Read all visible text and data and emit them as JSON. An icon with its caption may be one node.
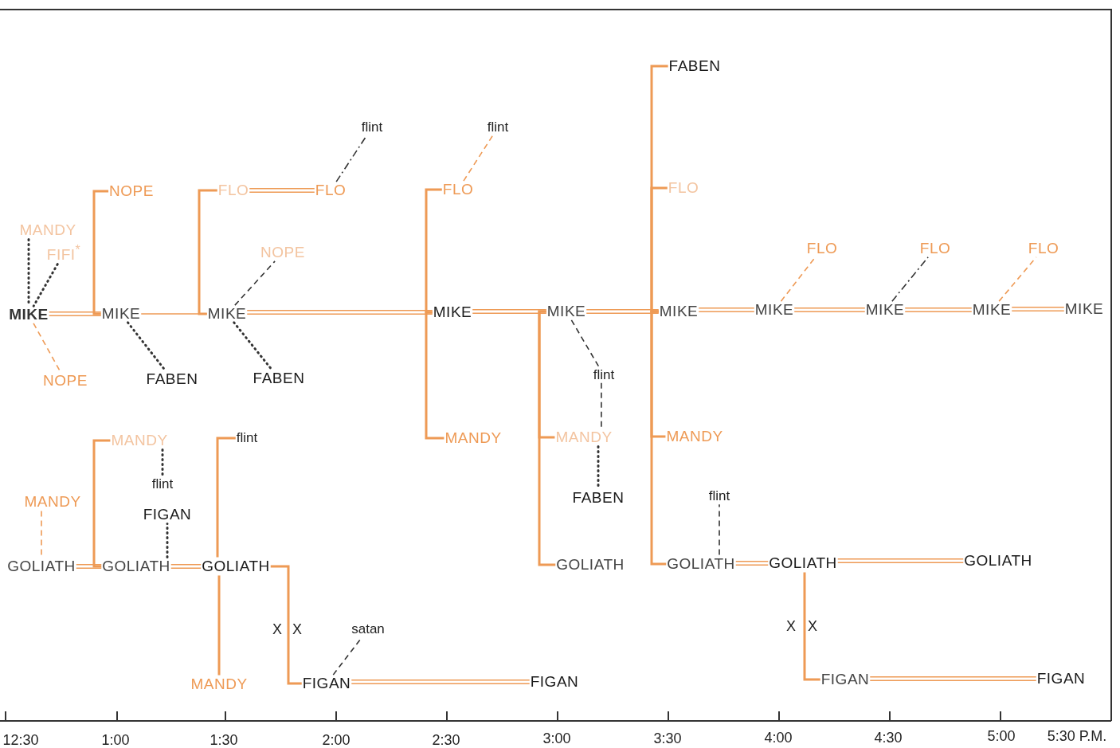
{
  "diagram": {
    "nodes": [
      {
        "text": [
          "MIKE"
        ]
      },
      {
        "text": [
          "MANDY"
        ]
      },
      {
        "text": [
          "FIFI$^{*}$"
        ]
      },
      {
        "text": [
          "NOPE"
        ]
      },
      {
        "text": [
          "MIKE"
        ]
      },
      {
        "text": [
          "NOPE"
        ]
      },
      {
        "text": [
          "FABEN"
        ]
      },
      {
        "text": [
          "MIKE"
        ]
      },
      {
        "text": [
          "FLO"
        ]
      },
      {
        "text": [
          "FLO"
        ]
      },
      {
        "text": [
          "flint"
        ]
      },
      {
        "text": [
          "NOPE"
        ]
      },
      {
        "text": [
          "FABEN"
        ]
      },
      {
        "text": [
          "MIKE"
        ]
      },
      {
        "text": [
          "FLO"
        ]
      },
      {
        "text": [
          "flint"
        ]
      },
      {
        "text": [
          "MANDY"
        ]
      },
      {
        "text": [
          "MIKE"
        ]
      },
      {
        "text": [
          "flint"
        ]
      },
      {
        "text": [
          "MANDY"
        ]
      },
      {
        "text": [
          "FABEN"
        ]
      },
      {
        "text": [
          "GOLIATH"
        ]
      },
      {
        "text": [
          "FABEN"
        ]
      },
      {
        "text": [
          "FLO"
        ]
      },
      {
        "text": [
          "MIKE"
        ]
      },
      {
        "text": [
          "MANDY"
        ]
      },
      {
        "text": [
          "GOLIATH"
        ]
      },
      {
        "text": [
          "flint"
        ]
      },
      {
        "text": [
          "MIKE"
        ]
      },
      {
        "text": [
          "FLO"
        ]
      },
      {
        "text": [
          "MIKE"
        ]
      },
      {
        "text": [
          "FLO"
        ]
      },
      {
        "text": [
          "MIKE"
        ]
      },
      {
        "text": [
          "FLO"
        ]
      },
      {
        "text": [
          "MIKE"
        ]
      },
      {
        "text": [
          "GOLIATH"
        ]
      },
      {
        "text": [
          "GOLIATH"
        ]
      },
      {
        "text": [
          "FIGAN"
        ]
      },
      {
        "text": [
          "FIGAN"
        ]
      },
      {
        "text": [
          "GOLIATH"
        ]
      },
      {
        "text": [
          "MANDY"
        ]
      },
      {
        "text": [
          "GOLIATH"
        ]
      },
      {
        "text": [
          "MANDY"
        ]
      },
      {
        "text": [
          "flint"
        ]
      },
      {
        "text": [
          "FIGAN"
        ]
      },
      {
        "text": [
          "GOLIATH"
        ]
      },
      {
        "text": [
          "flint"
        ]
      },
      {
        "text": [
          "MANDY"
        ]
      },
      {
        "text": [
          "FIGAN"
        ]
      },
      {
        "text": [
          "satan"
        ]
      },
      {
        "text": [
          "FIGAN"
        ]
      }
    ],
    "edges": [
      {
        "from": 0,
        "to": 4,
        "arrow": "none"
      },
      {
        "from": 1,
        "to": 0,
        "arrow": "none",
        "style": "dashed",
        "color": "#333333"
      },
      {
        "from": 2,
        "to": 0,
        "arrow": "none",
        "style": "dashed",
        "color": "#333333"
      },
      {
        "from": 0,
        "to": 3,
        "arrow": "none",
        "style": "dashed"
      },
      {
        "from": 4,
        "to": 5,
        "arrow": "none"
      },
      {
        "from": 4,
        "to": 6,
        "arrow": "none",
        "style": "dashed",
        "color": "#333333"
      },
      {
        "from": 4,
        "to": 7,
        "arrow": "none"
      },
      {
        "from": 7,
        "to": 8,
        "arrow": "none"
      },
      {
        "from": 8,
        "to": 9,
        "arrow": "none"
      },
      {
        "from": 9,
        "to": 10,
        "arrow": "none",
        "style": "dashed",
        "color": "#333333"
      },
      {
        "from": 7,
        "to": 11,
        "arrow": "none",
        "style": "dashed",
        "color": "#333333"
      },
      {
        "from": 7,
        "to": 12,
        "arrow": "none",
        "style": "dashed",
        "color": "#333333"
      },
      {
        "from": 7,
        "to": 13,
        "arrow": "none"
      },
      {
        "from": 13,
        "to": 14,
        "arrow": "none"
      },
      {
        "from": 13,
        "to": 16,
        "arrow": "none"
      },
      {
        "from": 14,
        "to": 15,
        "arrow": "none",
        "style": "dashed"
      },
      {
        "from": 13,
        "to": 17,
        "arrow": "none"
      },
      {
        "from": 17,
        "to": 19,
        "arrow": "none"
      },
      {
        "from": 17,
        "to": 21,
        "arrow": "none"
      },
      {
        "from": 17,
        "to": 18,
        "arrow": "none",
        "style": "dashed",
        "color": "#333333"
      },
      {
        "from": 18,
        "to": 19,
        "arrow": "none",
        "style": "dashed",
        "color": "#333333"
      },
      {
        "from": 19,
        "to": 20,
        "arrow": "none",
        "style": "dashed",
        "color": "#333333"
      },
      {
        "from": 17,
        "to": 24,
        "arrow": "none"
      },
      {
        "from": 24,
        "to": 22,
        "arrow": "none"
      },
      {
        "from": 24,
        "to": 23,
        "arrow": "none"
      },
      {
        "from": 24,
        "to": 25,
        "arrow": "none"
      },
      {
        "from": 24,
        "to": 26,
        "arrow": "none"
      },
      {
        "from": 26,
        "to": 27,
        "arrow": "none",
        "style": "dashed",
        "color": "#333333"
      },
      {
        "from": 24,
        "to": 28,
        "arrow": "none"
      },
      {
        "from": 28,
        "to": 29,
        "arrow": "none",
        "style": "dashed"
      },
      {
        "from": 28,
        "to": 30,
        "arrow": "none"
      },
      {
        "from": 30,
        "to": 31,
        "arrow": "none",
        "style": "dashed",
        "color": "#333333"
      },
      {
        "from": 30,
        "to": 32,
        "arrow": "none"
      },
      {
        "from": 32,
        "to": 33,
        "arrow": "none",
        "style": "dashed"
      },
      {
        "from": 32,
        "to": 34,
        "arrow": "none"
      },
      {
        "from": 26,
        "to": 35,
        "arrow": "none"
      },
      {
        "from": 35,
        "to": 36,
        "arrow": "none"
      },
      {
        "from": 35,
        "to": 37,
        "arrow": "none"
      },
      {
        "from": 37,
        "to": 38,
        "arrow": "none"
      },
      {
        "from": 39,
        "to": 41,
        "arrow": "none"
      },
      {
        "from": 41,
        "to": 42,
        "arrow": "none"
      },
      {
        "from": 40,
        "to": 39,
        "arrow": "none",
        "style": "dashed"
      },
      {
        "from": 42,
        "to": 43,
        "arrow": "none",
        "style": "dashed",
        "color": "#333333"
      },
      {
        "from": 41,
        "to": 44,
        "arrow": "none",
        "style": "dashed",
        "color": "#333333"
      },
      {
        "from": 41,
        "to": 45,
        "arrow": "none"
      },
      {
        "from": 45,
        "to": 46,
        "arrow": "none"
      },
      {
        "from": 45,
        "to": 47,
        "arrow": "none"
      },
      {
        "from": 45,
        "to": 48,
        "arrow": "none"
      },
      {
        "from": 48,
        "to": 49,
        "arrow": "none",
        "style": "dashed",
        "color": "#333333"
      },
      {
        "from": 48,
        "to": 50,
        "arrow": "none"
      }
    ],
    "labels": [
      "X",
      "X",
      "X",
      "X",
      "12:30",
      "1:00",
      "1:30",
      "2:00",
      "2:30",
      "3:00",
      "3:30",
      "4:00",
      "4:30",
      "5:00",
      "5:30 P.M."
    ]
  }
}
